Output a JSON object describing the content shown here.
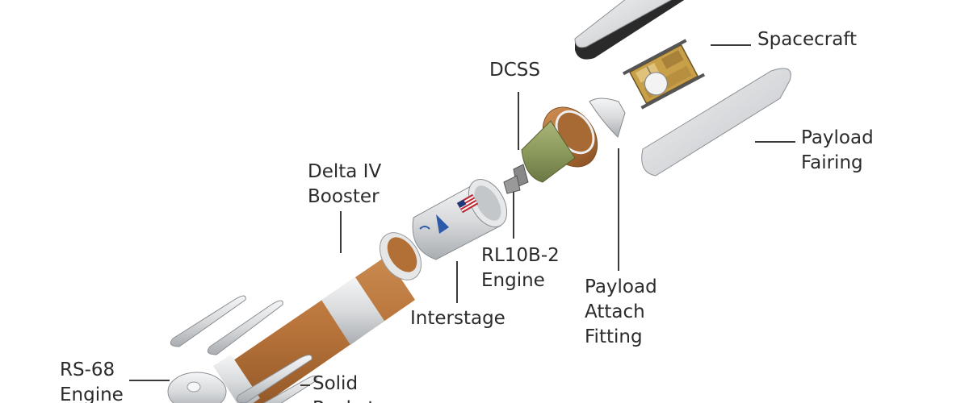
{
  "labels": {
    "spacecraft": "Spacecraft",
    "dcss": "DCSS",
    "payload_fairing": "Payload\nFairing",
    "delta_iv_booster": "Delta IV\nBooster",
    "rl10b2_engine": "RL10B-2\nEngine",
    "payload_attach_fitting": "Payload\nAttach\nFitting",
    "interstage": "Interstage",
    "rs68_engine": "RS-68\nEngine",
    "solid_rocket_motors": "Solid\nRocket"
  },
  "colors": {
    "booster_orange": "#b8743a",
    "metal_silver": "#d8dadc",
    "fairing_dark": "#2a2a2a",
    "dcss_green": "#8c9a5c",
    "leader_line": "#3a3a3a"
  }
}
